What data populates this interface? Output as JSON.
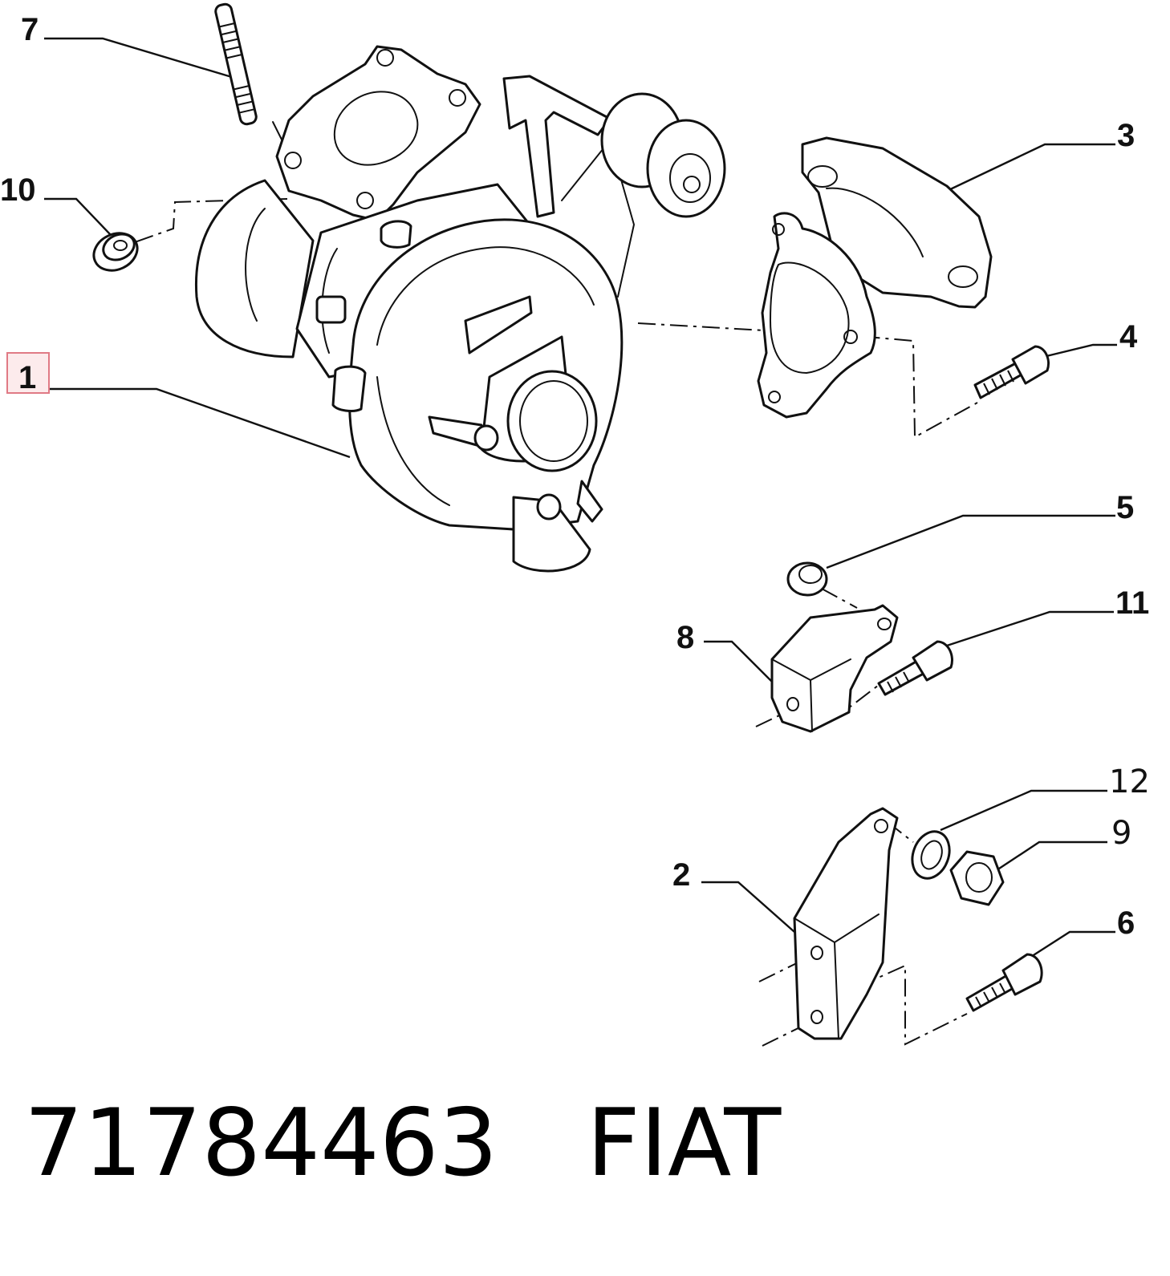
{
  "callouts": [
    {
      "id": "7",
      "text": "7"
    },
    {
      "id": "10",
      "text": "10"
    },
    {
      "id": "1",
      "text": "1"
    },
    {
      "id": "3",
      "text": "3"
    },
    {
      "id": "4",
      "text": "4"
    },
    {
      "id": "5",
      "text": "5"
    },
    {
      "id": "11",
      "text": "11"
    },
    {
      "id": "8",
      "text": "8"
    },
    {
      "id": "12",
      "text": "12"
    },
    {
      "id": "9",
      "text": "9"
    },
    {
      "id": "2",
      "text": "2"
    },
    {
      "id": "6",
      "text": "6"
    }
  ],
  "highlighted_callout": "1",
  "highlight_color": "#e07a85",
  "footer": {
    "part_number": "71784463",
    "brand": "FIAT"
  }
}
